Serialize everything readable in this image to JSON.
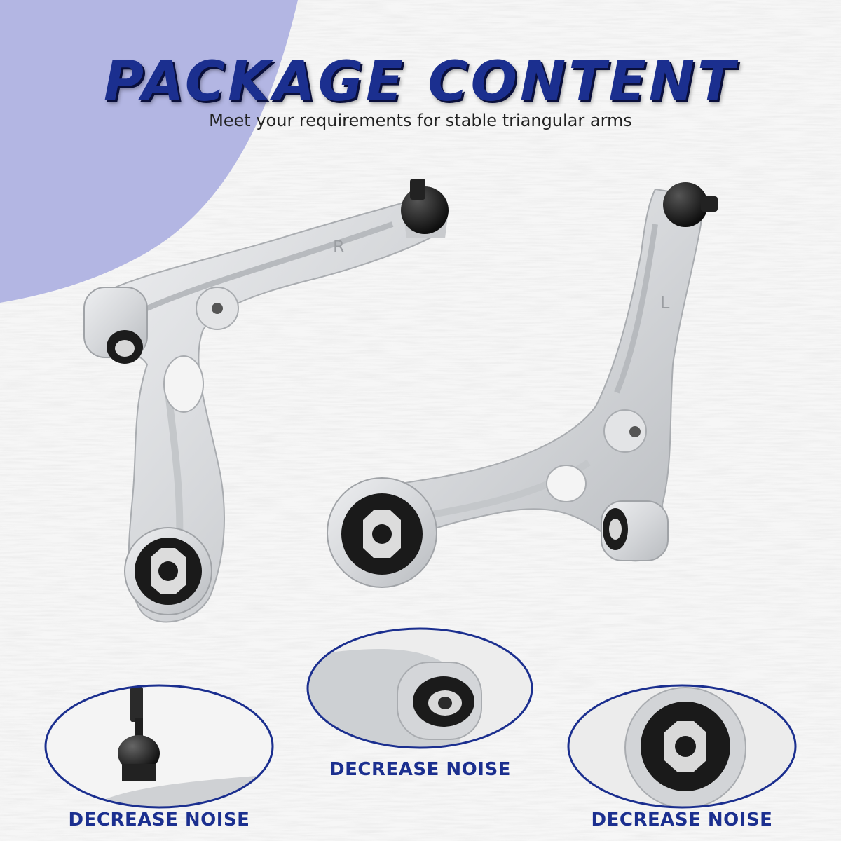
{
  "header": {
    "title": "PACKAGE CONTENT",
    "subtitle": "Meet your requirements for stable triangular arms"
  },
  "arms": {
    "right_arm_mark": "R",
    "left_arm_mark": "L"
  },
  "details": [
    {
      "label": "DECREASE NOISE",
      "icon": "ball-joint-icon"
    },
    {
      "label": "DECREASE NOISE",
      "icon": "rear-bushing-icon"
    },
    {
      "label": "DECREASE NOISE",
      "icon": "front-bushing-icon"
    }
  ],
  "colors": {
    "brand_blue": "#1b2f8f",
    "corner_lilac": "#b3b6e3",
    "aluminum": "#d9dadc",
    "rubber": "#1c1c1c"
  }
}
